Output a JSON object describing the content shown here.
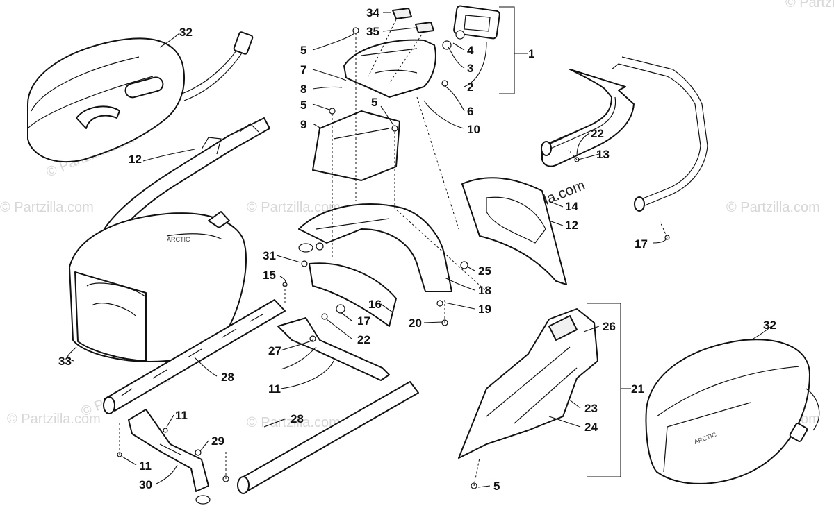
{
  "watermarks": [
    "© Partzilla.com",
    "© Partzilla.com",
    "© Partzilla.com",
    "© Partzilla.com",
    "© Partzilla.com",
    "© Partzilla.com",
    "© Partzilla.com",
    "© Partzilla.com",
    "© Partzilla.com",
    "© Partzilla.com"
  ],
  "callouts": [
    "32",
    "34",
    "35",
    "1",
    "5",
    "4",
    "3",
    "7",
    "8",
    "2",
    "5",
    "5",
    "9",
    "6",
    "10",
    "22",
    "12",
    "13",
    "14",
    "12",
    "17",
    "31",
    "25",
    "15",
    "18",
    "16",
    "19",
    "17",
    "20",
    "22",
    "26",
    "27",
    "21",
    "33",
    "28",
    "11",
    "23",
    "32",
    "24",
    "11",
    "29",
    "28",
    "11",
    "30",
    "5"
  ]
}
